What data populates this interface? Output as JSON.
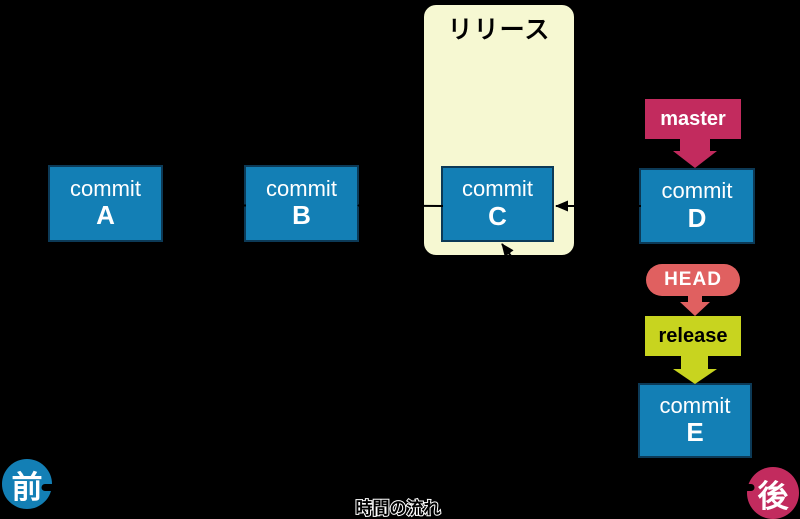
{
  "release_group": {
    "label": "リリース"
  },
  "commits": [
    {
      "prefix": "commit",
      "letter": "A"
    },
    {
      "prefix": "commit",
      "letter": "B"
    },
    {
      "prefix": "commit",
      "letter": "C"
    },
    {
      "prefix": "commit",
      "letter": "D"
    },
    {
      "prefix": "commit",
      "letter": "E"
    }
  ],
  "branch_labels": {
    "master": {
      "label": "master"
    },
    "head": {
      "label": "HEAD"
    },
    "release": {
      "label": "release"
    }
  },
  "edges": [
    {
      "from": "B",
      "to": "A"
    },
    {
      "from": "C",
      "to": "B"
    },
    {
      "from": "D",
      "to": "C"
    },
    {
      "from": "E",
      "to": "C"
    }
  ],
  "timeline": {
    "axis_label": "時間の流れ",
    "start_label": "前",
    "end_label": "後"
  },
  "colors": {
    "background": "#000000",
    "commit_fill": "#137fb5",
    "commit_border": "#0c3a57",
    "release_panel_fill": "#f6f8d2",
    "master_badge": "#c22b5e",
    "head_badge": "#e06060",
    "release_badge": "#c8d41f",
    "before_circle": "#137fb5",
    "after_circle": "#c22b5e",
    "arrow": "#000000"
  }
}
